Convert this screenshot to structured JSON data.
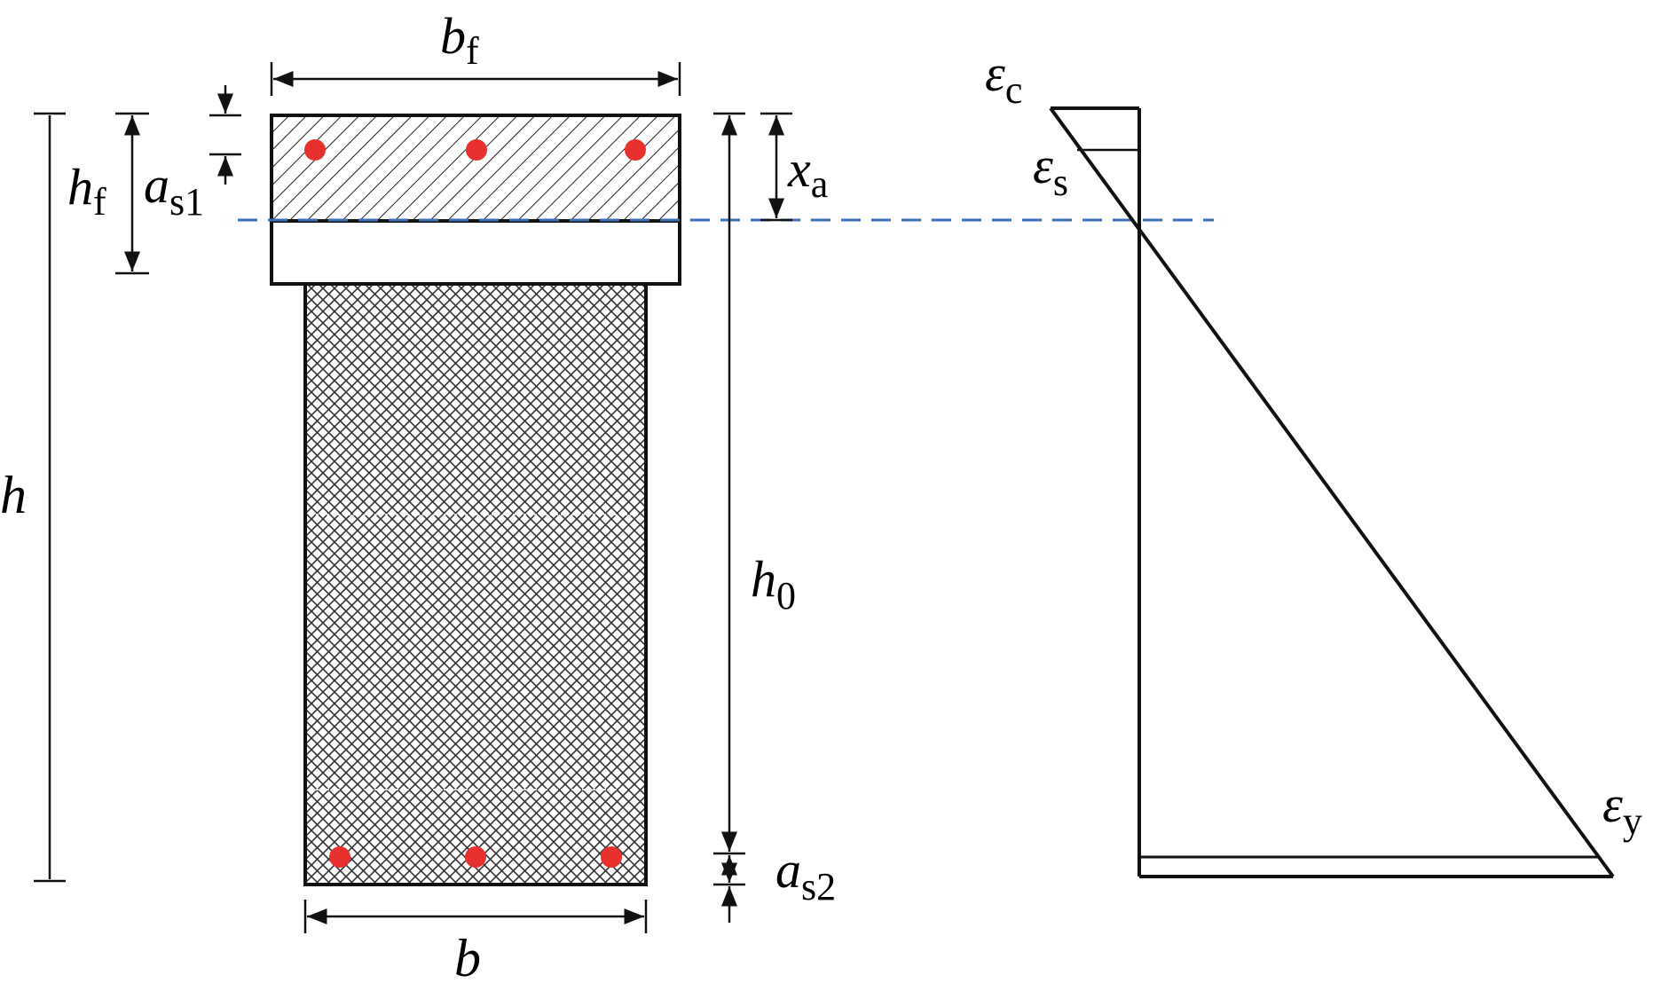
{
  "labels": {
    "bf": {
      "main": "b",
      "sub": "f"
    },
    "hf": {
      "main": "h",
      "sub": "f"
    },
    "as1": {
      "main": "a",
      "sub": "s1"
    },
    "xa": {
      "main": "x",
      "sub": "a"
    },
    "h": {
      "main": "h",
      "sub": ""
    },
    "h0": {
      "main": "h",
      "sub": "0"
    },
    "as2": {
      "main": "a",
      "sub": "s2"
    },
    "b": {
      "main": "b",
      "sub": ""
    },
    "ec": {
      "main": "ε",
      "sub": "c"
    },
    "es": {
      "main": "ε",
      "sub": "s"
    },
    "ey": {
      "main": "ε",
      "sub": "y"
    }
  },
  "colors": {
    "line": "#111111",
    "rebar": "#e8312f",
    "neutral_axis": "#3b6fb6"
  }
}
